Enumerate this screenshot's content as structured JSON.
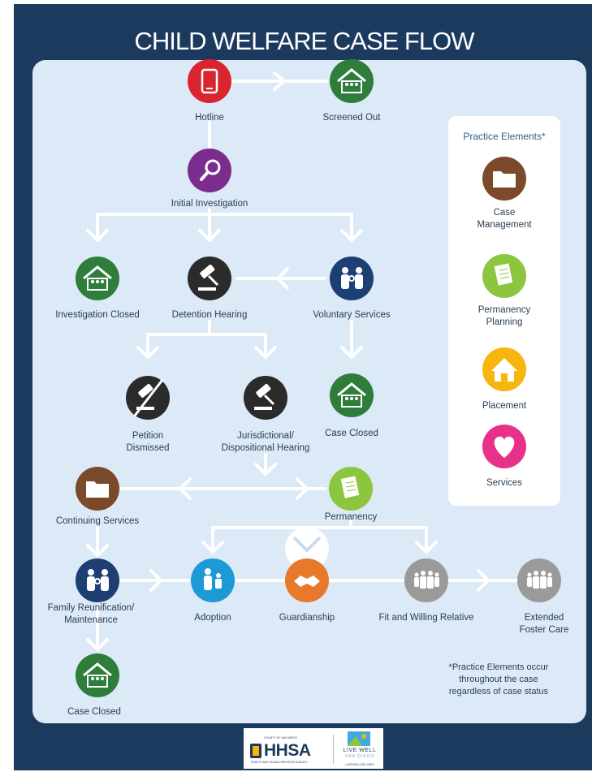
{
  "title": "CHILD WELFARE CASE FLOW",
  "nodes": {
    "hotline": "Hotline",
    "screened_out": "Screened Out",
    "initial_investigation": "Initial Investigation",
    "investigation_closed": "Investigation Closed",
    "detention_hearing": "Detention Hearing",
    "voluntary_services": "Voluntary Services",
    "petition_dismissed": [
      "Petition",
      "Dismissed"
    ],
    "jurisdictional_hearing": [
      "Jurisdictional/",
      "Dispositional Hearing"
    ],
    "case_closed_1": "Case Closed",
    "continuing_services": "Continuing Services",
    "permanency": "Permanency",
    "family_reunification": [
      "Family Reunification/",
      "Maintenance"
    ],
    "adoption": "Adoption",
    "guardianship": "Guardianship",
    "fit_willing_relative": "Fit and Willing Relative",
    "extended_foster_care": [
      "Extended",
      "Foster Care"
    ],
    "case_closed_2": "Case Closed"
  },
  "practice_elements": {
    "title": "Practice Elements*",
    "items": {
      "case_management": [
        "Case",
        "Management"
      ],
      "permanency_planning": [
        "Permanency",
        "Planning"
      ],
      "placement": "Placement",
      "services": "Services"
    }
  },
  "footnote": [
    "*Practice Elements occur",
    "throughout the case",
    "regardless of case status"
  ],
  "footer": {
    "hhsa": "HHSA",
    "hhsa_county": "COUNTY OF SAN DIEGO",
    "hhsa_sub": "HEALTH AND HUMAN SERVICES AGENCY",
    "live_well": "LIVE WELL",
    "san_diego": "SAN DIEGO",
    "url": "LIVEWELLSD.ORG"
  },
  "colors": {
    "navy": "#1c3a5e",
    "panel": "#dce9f6",
    "red": "#d9262e",
    "green": "#2e7d3b",
    "purple": "#7b2d8e",
    "dark": "#2b2b2b",
    "blue_navy": "#1e3f73",
    "brown": "#7a4a2a",
    "lime": "#8cc63f",
    "cyan": "#1d9ad6",
    "orange": "#e8782a",
    "gray": "#9a9a9a",
    "yellow": "#f6b60e",
    "pink": "#e8328a"
  }
}
